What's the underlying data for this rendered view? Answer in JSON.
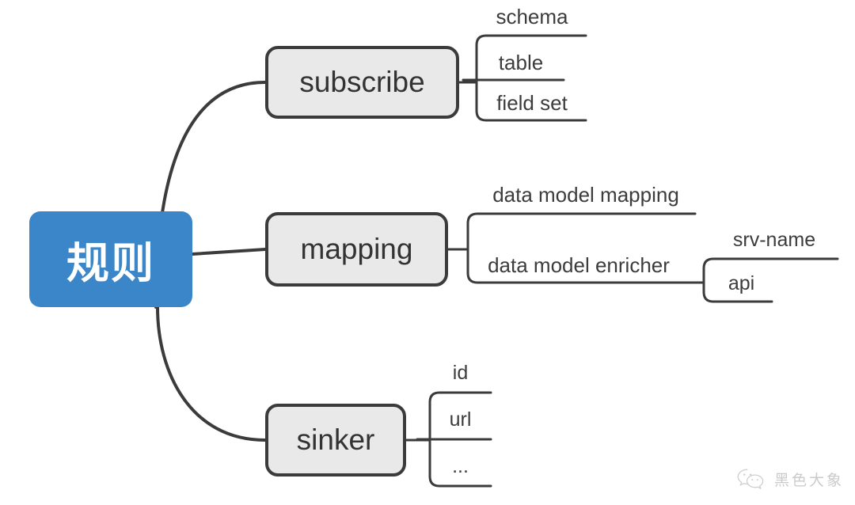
{
  "diagram": {
    "type": "mindmap",
    "title": "规则",
    "root": {
      "label": "规则",
      "fill": "#3a86c8",
      "text_color": "#ffffff"
    },
    "branch_style": {
      "fill": "#e9e9e9",
      "border": "#3b3b3b",
      "text_color": "#333333"
    },
    "line_color": "#3b3b3b",
    "branches": [
      {
        "label": "subscribe",
        "children": [
          {
            "label": "schema",
            "children": []
          },
          {
            "label": "table",
            "children": []
          },
          {
            "label": "field set",
            "children": []
          }
        ]
      },
      {
        "label": "mapping",
        "children": [
          {
            "label": "data model mapping",
            "children": []
          },
          {
            "label": "data model enricher",
            "children": [
              {
                "label": "srv-name",
                "children": []
              },
              {
                "label": "api",
                "children": []
              }
            ]
          }
        ]
      },
      {
        "label": "sinker",
        "children": [
          {
            "label": "id",
            "children": []
          },
          {
            "label": "url",
            "children": []
          },
          {
            "label": "...",
            "children": []
          }
        ]
      }
    ]
  },
  "watermark": {
    "text": "黑色大象",
    "icon": "wechat-icon"
  }
}
